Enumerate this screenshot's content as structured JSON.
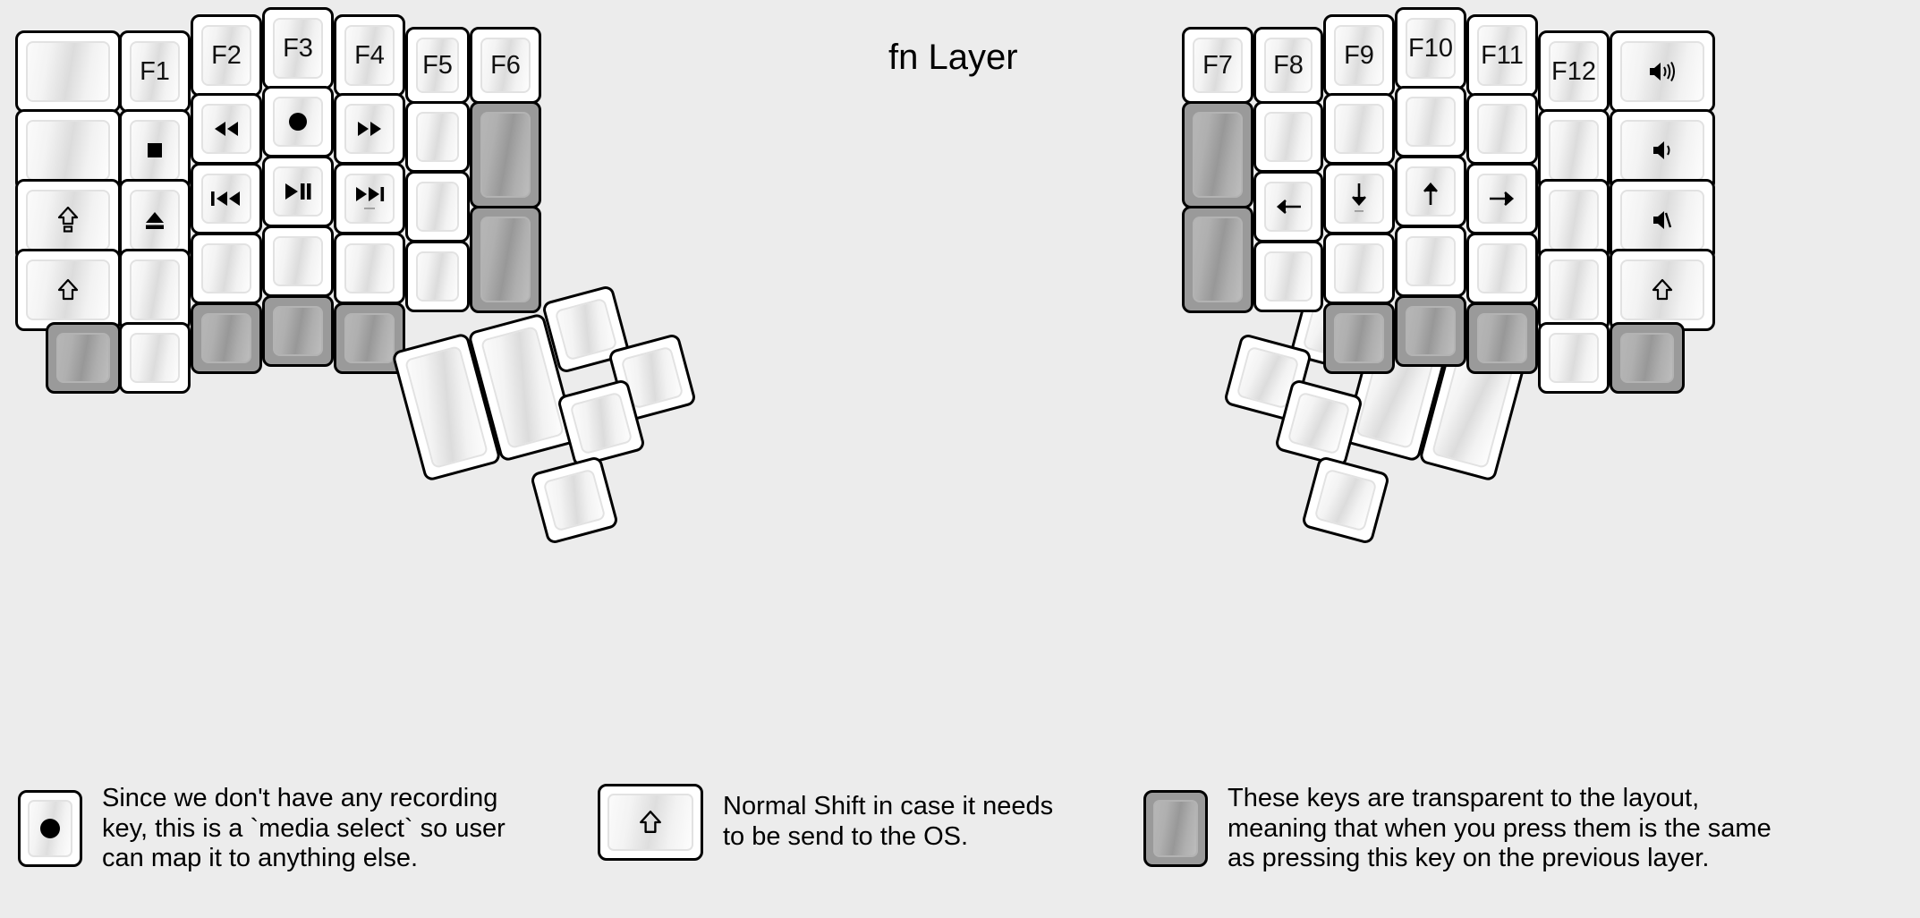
{
  "title": "fn Layer",
  "colors": {
    "background": "#ececec",
    "key_face": "#ffffff",
    "key_outline": "#000000",
    "transparent_key": "#9a9a9a"
  },
  "keyboard": {
    "name": "split-ergonomic-keyboard",
    "halves": [
      "left",
      "right"
    ],
    "left_columns": [
      {
        "name": "col-pinky-outer",
        "keys": [
          {
            "label": "",
            "type": "normal"
          },
          {
            "label": "",
            "type": "normal"
          },
          {
            "label": "shift-lock-icon",
            "glyph": "caps-lock-arrow",
            "type": "normal"
          },
          {
            "label": "shift-icon",
            "glyph": "shift-arrow",
            "type": "normal"
          }
        ]
      },
      {
        "name": "col-pinky",
        "keys": [
          {
            "label": "F1",
            "type": "normal"
          },
          {
            "label": "stop-icon",
            "glyph": "media-stop",
            "type": "normal"
          },
          {
            "label": "eject-icon",
            "glyph": "media-eject",
            "type": "normal"
          },
          {
            "label": "",
            "type": "normal"
          },
          {
            "label": "",
            "type": "normal"
          }
        ]
      },
      {
        "name": "col-ring",
        "keys": [
          {
            "label": "F2",
            "type": "normal"
          },
          {
            "label": "rewind-icon",
            "glyph": "media-rewind",
            "type": "normal"
          },
          {
            "label": "previous-track-icon",
            "glyph": "media-prev",
            "type": "normal"
          },
          {
            "label": "",
            "type": "normal"
          },
          {
            "label": "",
            "type": "transparent"
          }
        ]
      },
      {
        "name": "col-middle",
        "keys": [
          {
            "label": "F3",
            "type": "normal"
          },
          {
            "label": "record-icon",
            "glyph": "media-record",
            "type": "normal"
          },
          {
            "label": "play-pause-icon",
            "glyph": "media-playpause",
            "type": "normal"
          },
          {
            "label": "",
            "type": "normal"
          },
          {
            "label": "",
            "type": "transparent"
          }
        ]
      },
      {
        "name": "col-index",
        "keys": [
          {
            "label": "F4",
            "type": "normal"
          },
          {
            "label": "fast-forward-icon",
            "glyph": "media-ffwd",
            "type": "normal"
          },
          {
            "label": "next-track-icon",
            "glyph": "media-next",
            "type": "normal"
          },
          {
            "label": "",
            "type": "normal"
          },
          {
            "label": "",
            "type": "transparent"
          }
        ]
      },
      {
        "name": "col-index-inner",
        "keys": [
          {
            "label": "F5",
            "type": "normal"
          },
          {
            "label": "",
            "type": "normal"
          },
          {
            "label": "",
            "type": "normal"
          },
          {
            "label": "",
            "type": "normal"
          }
        ]
      },
      {
        "name": "col-inner",
        "keys": [
          {
            "label": "F6",
            "type": "normal"
          },
          {
            "label": "",
            "type": "transparent",
            "tall": true
          },
          {
            "label": "",
            "type": "transparent",
            "tall": true
          }
        ]
      }
    ],
    "right_columns": [
      {
        "name": "col-inner",
        "keys": [
          {
            "label": "F7",
            "type": "normal"
          },
          {
            "label": "",
            "type": "transparent",
            "tall": true
          },
          {
            "label": "",
            "type": "transparent",
            "tall": true
          }
        ]
      },
      {
        "name": "col-index-inner",
        "keys": [
          {
            "label": "F8",
            "type": "normal"
          },
          {
            "label": "",
            "type": "normal"
          },
          {
            "label": "arrow-left-icon",
            "glyph": "arrow-left",
            "type": "normal"
          },
          {
            "label": "",
            "type": "normal"
          }
        ]
      },
      {
        "name": "col-index",
        "keys": [
          {
            "label": "F9",
            "type": "normal"
          },
          {
            "label": "",
            "type": "normal"
          },
          {
            "label": "arrow-down-icon",
            "glyph": "arrow-down",
            "type": "normal"
          },
          {
            "label": "",
            "type": "normal"
          },
          {
            "label": "",
            "type": "transparent"
          }
        ]
      },
      {
        "name": "col-middle",
        "keys": [
          {
            "label": "F10",
            "type": "normal"
          },
          {
            "label": "",
            "type": "normal"
          },
          {
            "label": "arrow-up-icon",
            "glyph": "arrow-up",
            "type": "normal"
          },
          {
            "label": "",
            "type": "normal"
          },
          {
            "label": "",
            "type": "transparent"
          }
        ]
      },
      {
        "name": "col-ring",
        "keys": [
          {
            "label": "F11",
            "type": "normal"
          },
          {
            "label": "",
            "type": "normal"
          },
          {
            "label": "arrow-right-icon",
            "glyph": "arrow-right",
            "type": "normal"
          },
          {
            "label": "",
            "type": "normal"
          },
          {
            "label": "",
            "type": "transparent"
          }
        ]
      },
      {
        "name": "col-pinky",
        "keys": [
          {
            "label": "F12",
            "type": "normal"
          },
          {
            "label": "",
            "type": "normal"
          },
          {
            "label": "",
            "type": "normal"
          },
          {
            "label": "",
            "type": "normal"
          },
          {
            "label": "",
            "type": "normal"
          }
        ]
      },
      {
        "name": "col-pinky-outer",
        "keys": [
          {
            "label": "volume-up-icon",
            "glyph": "volume-up",
            "type": "normal"
          },
          {
            "label": "volume-down-icon",
            "glyph": "volume-down",
            "type": "normal"
          },
          {
            "label": "volume-mute-icon",
            "glyph": "volume-mute",
            "type": "normal"
          },
          {
            "label": "shift-icon",
            "glyph": "shift-arrow",
            "type": "normal"
          },
          {
            "label": "",
            "type": "transparent"
          }
        ]
      }
    ],
    "left_thumb_cluster": {
      "name": "left-thumb-cluster",
      "rotation_deg": -15,
      "keys": 6
    },
    "right_thumb_cluster": {
      "name": "right-thumb-cluster",
      "rotation_deg": 15,
      "keys": 6
    }
  },
  "legend": [
    {
      "key_glyph": "media-record",
      "key_type": "normal",
      "text": "Since we don't have any recording\nkey, this is a `media select` so user\ncan map it to anything else."
    },
    {
      "key_glyph": "shift-arrow",
      "key_type": "normal",
      "text": "Normal Shift in case it needs\nto be send to the OS."
    },
    {
      "key_glyph": "",
      "key_type": "transparent",
      "text": "These keys are transparent to the layout,\nmeaning that when you press them is the same\nas pressing this key on the previous layer."
    }
  ]
}
